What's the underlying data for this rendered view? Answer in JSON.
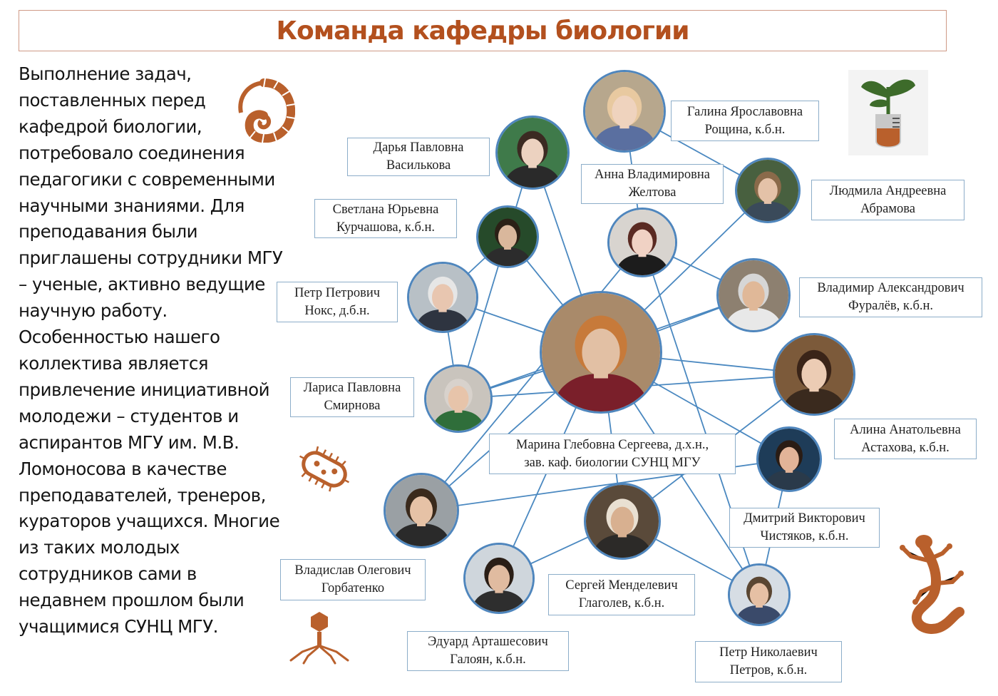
{
  "title": "Команда кафедры биологии",
  "intro_lines": [
    "Выполнение задач,",
    "поставленных перед",
    "кафедрой биологии,",
    "потребовало соединения",
    "педагогики с современными",
    "научными знаниями. Для",
    "преподавания были",
    "приглашены сотрудники МГУ",
    "– ученые, активно ведущие",
    "научную работу.",
    "Особенностью нашего",
    "коллектива является",
    "привлечение инициативной",
    "молодежи – студентов и",
    "аспирантов МГУ им. М.В.",
    "Ломоносова в качестве",
    "преподавателей, тренеров,",
    "кураторов учащихся. Многие",
    "из таких молодых",
    "сотрудников сами в",
    "недавнем прошлом были",
    "учащимися СУНЦ МГУ."
  ],
  "people": [
    {
      "id": "sergeeva",
      "line1": "Марина Глебовна Сергеева, д.х.н.,",
      "line2": "зав. каф. биологии СУНЦ МГУ"
    },
    {
      "id": "roshchina",
      "line1": "Галина Ярославовна",
      "line2": "Рощина, к.б.н."
    },
    {
      "id": "vasilkova",
      "line1": "Дарья Павловна",
      "line2": "Василькова"
    },
    {
      "id": "zheltova",
      "line1": "Анна Владимировна",
      "line2": "Желтова"
    },
    {
      "id": "abramova",
      "line1": "Людмила Андреевна",
      "line2": "Абрамова"
    },
    {
      "id": "kurchashova",
      "line1": "Светлана Юрьевна",
      "line2": "Курчашова, к.б.н."
    },
    {
      "id": "noks",
      "line1": "Петр Петрович",
      "line2": "Нокс, д.б.н."
    },
    {
      "id": "furalev",
      "line1": "Владимир Александрович",
      "line2": "Фуралёв, к.б.н."
    },
    {
      "id": "smirnova",
      "line1": "Лариса Павловна",
      "line2": "Смирнова"
    },
    {
      "id": "astakhova",
      "line1": "Алина Анатольевна",
      "line2": "Астахова, к.б.н."
    },
    {
      "id": "chistyakov",
      "line1": "Дмитрий Викторович",
      "line2": "Чистяков, к.б.н."
    },
    {
      "id": "gorbatenko",
      "line1": "Владислав Олегович",
      "line2": "Горбатенко"
    },
    {
      "id": "glagolev",
      "line1": "Сергей Менделевич",
      "line2": "Глаголев, к.б.н."
    },
    {
      "id": "galoyan",
      "line1": "Эдуард Арташесович",
      "line2": "Галоян, к.б.н."
    },
    {
      "id": "petrov",
      "line1": "Петр Николаевич",
      "line2": "Петров, к.б.н."
    }
  ],
  "colors": {
    "title": "#b3501e",
    "title_border": "#cf9a86",
    "photo_ring": "#4f86bd",
    "box_border": "#8cadc9",
    "connector": "#4a88c0",
    "deco_brown": "#b9602c",
    "plant_green": "#3d6b2a"
  },
  "decor": [
    "ammonite-shell-icon",
    "plant-test-tube-icon",
    "bacterium-icon",
    "lizard-icon",
    "bacteriophage-icon"
  ]
}
